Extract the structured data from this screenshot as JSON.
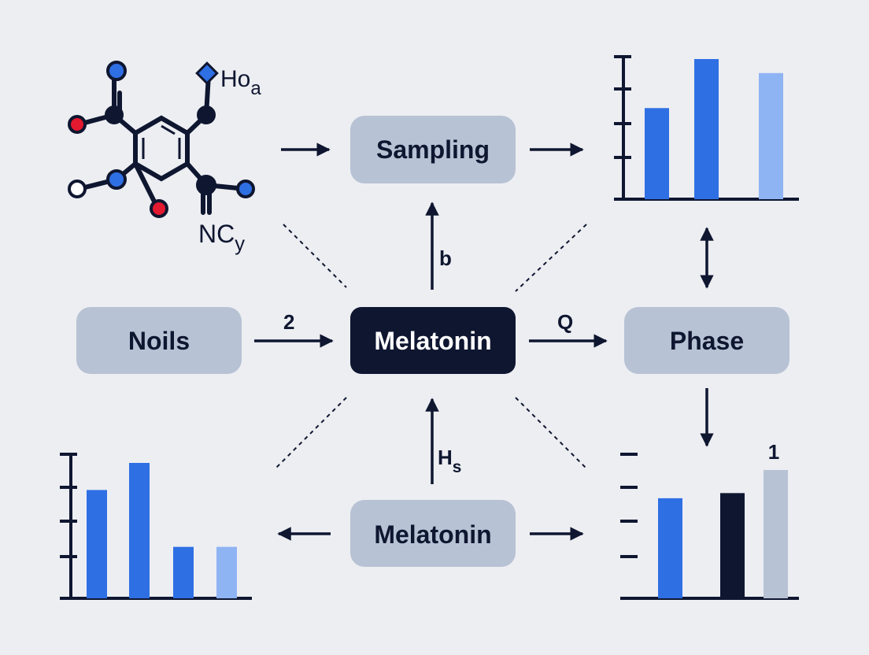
{
  "colors": {
    "background": "#eceef2",
    "node_fill": "#b7c2d4",
    "node_dark": "#0f1630",
    "ink": "#0f1630",
    "blue": "#2f6fe4",
    "light_blue": "#8fb4f4",
    "gray_bar": "#b7c2d4",
    "red": "#e3192f"
  },
  "nodes": {
    "sampling": "Sampling",
    "noils": "Noils",
    "center": "Melatonin",
    "phase": "Phase",
    "bottom": "Melatonin"
  },
  "labels": {
    "arrow_up": "b",
    "arrow_noils": "2",
    "arrow_phase": "Q",
    "arrow_bottom": "Hs",
    "molecule_top": "Hoa",
    "molecule_bottom": "NCy",
    "chart_br_label": "1"
  },
  "molecule": {
    "icon": "molecule-icon",
    "atoms": [
      "blue",
      "red",
      "white",
      "blue",
      "red",
      "dark",
      "dark",
      "blue",
      "dark"
    ]
  },
  "chart_data": [
    {
      "type": "bar",
      "position": "top-right",
      "values": [
        0.65,
        1.0,
        0.9
      ],
      "colors": [
        "#2f6fe4",
        "#2f6fe4",
        "#8fb4f4"
      ]
    },
    {
      "type": "bar",
      "position": "bottom-left",
      "values": [
        0.8,
        1.0,
        0.38,
        0.38
      ],
      "colors": [
        "#2f6fe4",
        "#2f6fe4",
        "#2f6fe4",
        "#8fb4f4"
      ]
    },
    {
      "type": "bar",
      "position": "bottom-right",
      "values": [
        0.78,
        0.82,
        1.0
      ],
      "colors": [
        "#2f6fe4",
        "#0f1630",
        "#b7c2d4"
      ]
    }
  ]
}
